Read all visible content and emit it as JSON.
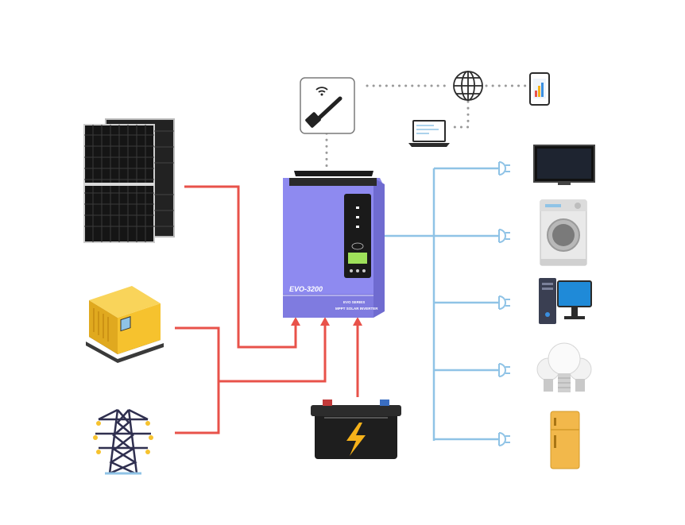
{
  "inverter": {
    "model": "EVO-3200",
    "series_line1": "EVO SERIES",
    "series_line2": "MPPT SOLAR INVERTER",
    "body_color": "#8a86e8",
    "panel_color": "#1a1a1a"
  },
  "colors": {
    "input_line": "#e8524a",
    "output_line": "#8fc3e6",
    "dotted_line": "#9a9a9a",
    "battery_bolt": "#f6b21a",
    "generator_body": "#f6c22e"
  },
  "inputs": [
    {
      "name": "solar-panels",
      "icon": "solar-panel-icon"
    },
    {
      "name": "generator",
      "icon": "generator-icon"
    },
    {
      "name": "power-grid",
      "icon": "transmission-tower-icon"
    },
    {
      "name": "battery",
      "icon": "battery-icon"
    }
  ],
  "loads": [
    {
      "name": "television",
      "icon": "tv-icon"
    },
    {
      "name": "washing-machine",
      "icon": "washing-machine-icon"
    },
    {
      "name": "desktop-computer",
      "icon": "computer-icon"
    },
    {
      "name": "light-bulbs",
      "icon": "light-bulb-icon"
    },
    {
      "name": "refrigerator",
      "icon": "fridge-icon"
    }
  ],
  "monitoring": [
    {
      "name": "wifi-dongle",
      "icon": "wifi-dongle-icon"
    },
    {
      "name": "internet",
      "icon": "globe-icon"
    },
    {
      "name": "mobile-app",
      "icon": "smartphone-icon"
    },
    {
      "name": "pc-monitoring",
      "icon": "laptop-icon"
    }
  ]
}
